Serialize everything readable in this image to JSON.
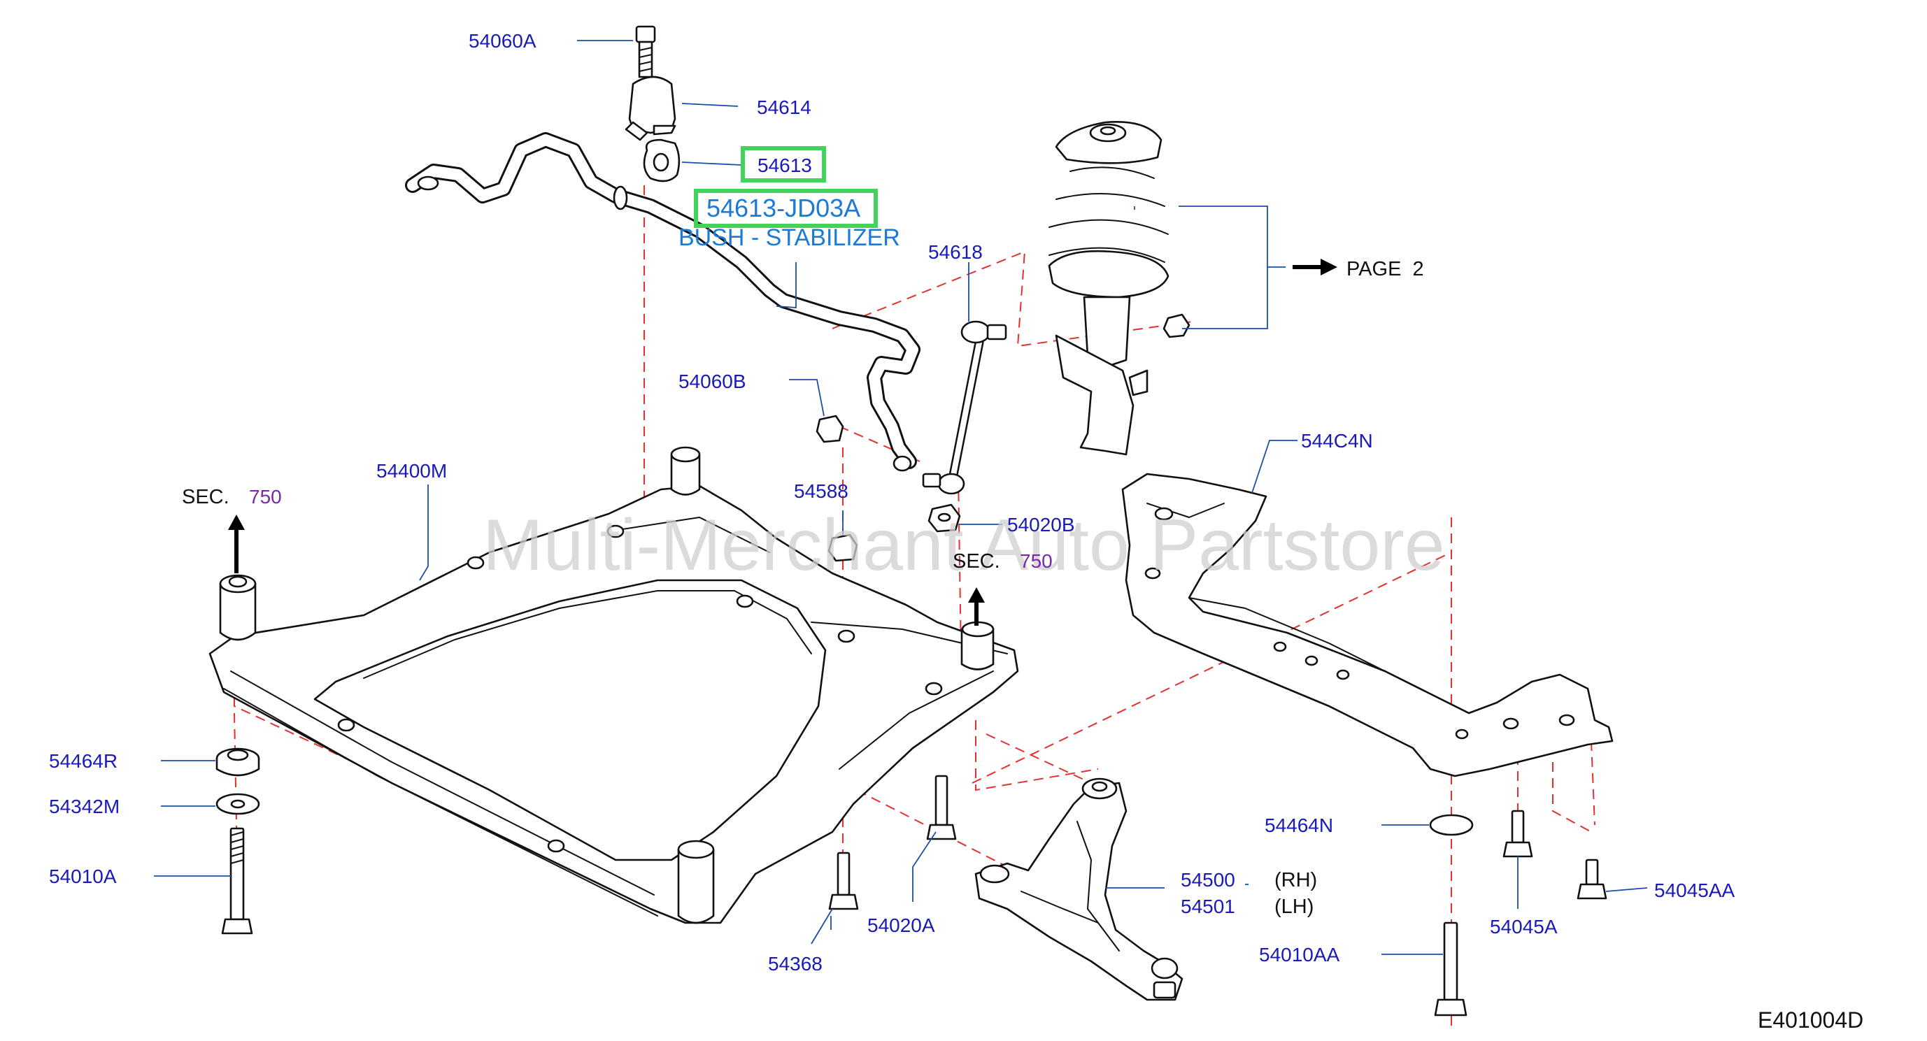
{
  "diagram_code": "E401004D",
  "watermark": "Multi-Merchant Auto Partstore",
  "highlight": {
    "part_number": "54613-JD03A",
    "part_name": "BUSH - STABILIZER"
  },
  "page_ref": {
    "label": "PAGE  2"
  },
  "sec_refs": [
    {
      "label": "SEC.",
      "number": "750"
    },
    {
      "label": "SEC.",
      "number": "750"
    }
  ],
  "callouts": {
    "c54060A": "54060A",
    "c54614": "54614",
    "c54613": "54613",
    "c54618": "54618",
    "c54060B": "54060B",
    "c54400M": "54400M",
    "c54588": "54588",
    "c54020B": "54020B",
    "c544C4N": "544C4N",
    "c54464R": "54464R",
    "c54342M": "54342M",
    "c54010A": "54010A",
    "c54368": "54368",
    "c54020A": "54020A",
    "c54500": "54500",
    "c54501": "54501",
    "c54464N": "54464N",
    "c54045A": "54045A",
    "c54045AA": "54045AA",
    "c54010AA": "54010AA"
  },
  "sides": {
    "rh": "(RH)",
    "lh": "(LH)"
  }
}
